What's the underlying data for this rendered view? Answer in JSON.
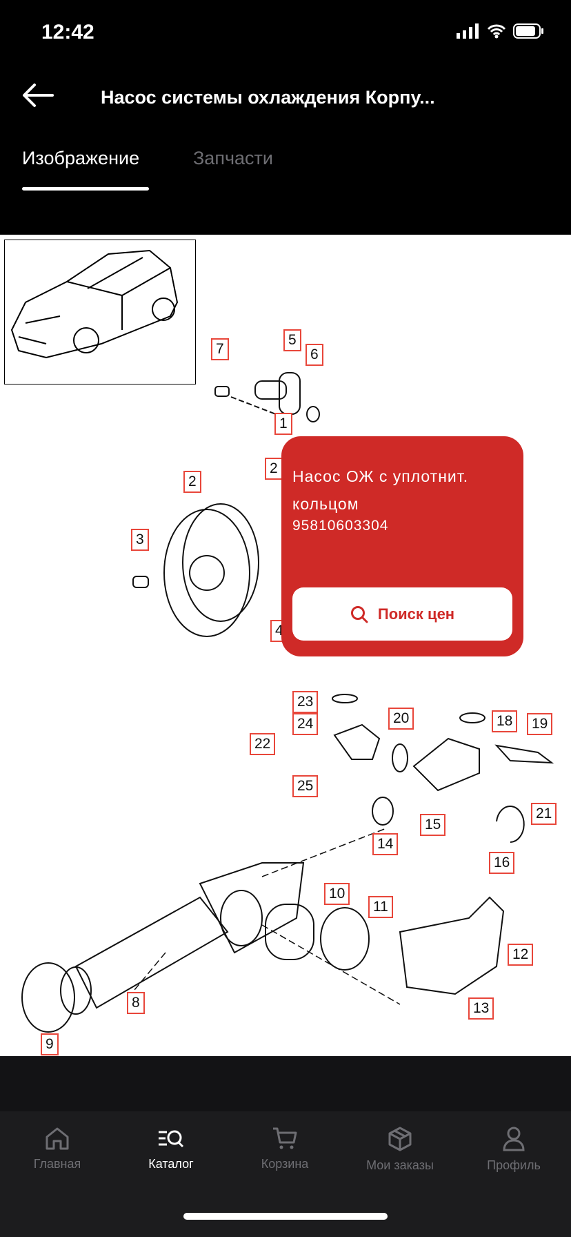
{
  "status_bar": {
    "time": "12:42"
  },
  "header": {
    "title": "Насос системы охлаждения Корпу..."
  },
  "tabs": [
    {
      "label": "Изображение",
      "active": true
    },
    {
      "label": "Запчасти",
      "active": false
    }
  ],
  "diagram": {
    "callouts": [
      "7",
      "5",
      "6",
      "1",
      "2",
      "2",
      "3",
      "4",
      "23",
      "24",
      "22",
      "25",
      "20",
      "18",
      "19",
      "21",
      "15",
      "14",
      "16",
      "10",
      "11",
      "12",
      "8",
      "13",
      "9"
    ]
  },
  "popup": {
    "name": "Насос ОЖ с уплотнит. кольцом",
    "part_number": "95810603304",
    "button_label": "Поиск цен",
    "button_icon": "search-icon",
    "color": "#cf2a27"
  },
  "bottom_nav": {
    "items": [
      {
        "label": "Главная",
        "icon": "home-icon"
      },
      {
        "label": "Каталог",
        "icon": "catalog-search-icon",
        "active": true
      },
      {
        "label": "Корзина",
        "icon": "cart-icon"
      },
      {
        "label": "Мои заказы",
        "icon": "box-icon"
      },
      {
        "label": "Профиль",
        "icon": "profile-icon"
      }
    ]
  }
}
